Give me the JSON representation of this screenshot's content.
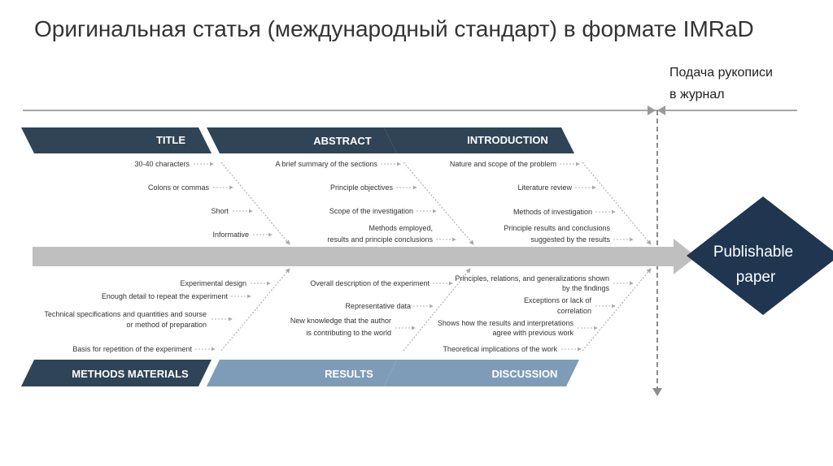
{
  "title": "Оригинальная статья (международный стандарт) в формате IMRaD",
  "submission": {
    "line1": "Подача рукописи",
    "line2": "в журнал"
  },
  "result": {
    "line1": "Publishable",
    "line2": "paper"
  },
  "top_bands": [
    "TITLE",
    "ABSTRACT",
    "INTRODUCTION"
  ],
  "bottom_bands": [
    "METHODS MATERIALS",
    "RESULTS",
    "DISCUSSION"
  ],
  "title_items": [
    "30-40 characters",
    "Colons or commas",
    "Short",
    "Informative"
  ],
  "abstract_items": [
    "A brief summary of the sections",
    "Principle objectives",
    "Scope of the investigation",
    "Methods employed,",
    "results and principle conclusions"
  ],
  "intro_items": [
    "Nature and scope of the problem",
    "Literature review",
    "Methods of investigation",
    "Principle results and conclusions",
    "suggested by the results"
  ],
  "methods_items": [
    "Experimental design",
    "Enough detail to repeat the experiment",
    "Technical specifications and quantities and sourse",
    "or method of preparation",
    "Basis for repetition of the experiment"
  ],
  "results_items": [
    "Overall description of the experiment",
    "Representative data",
    "New knowledge that the author",
    "is contributing to the world"
  ],
  "discussion_items": [
    "Principles, relations, and generalizations shown",
    "by the findings",
    "Exceptions or lack of",
    "correlation",
    "Shows how the results and interpretations",
    "agree with previous work",
    "Theoretical implications of the work"
  ],
  "colors": {
    "dark_band": "#2f4456",
    "light_band": "#7e9cb8",
    "spine": "#bfbfbf",
    "diamond": "#1f3550"
  }
}
